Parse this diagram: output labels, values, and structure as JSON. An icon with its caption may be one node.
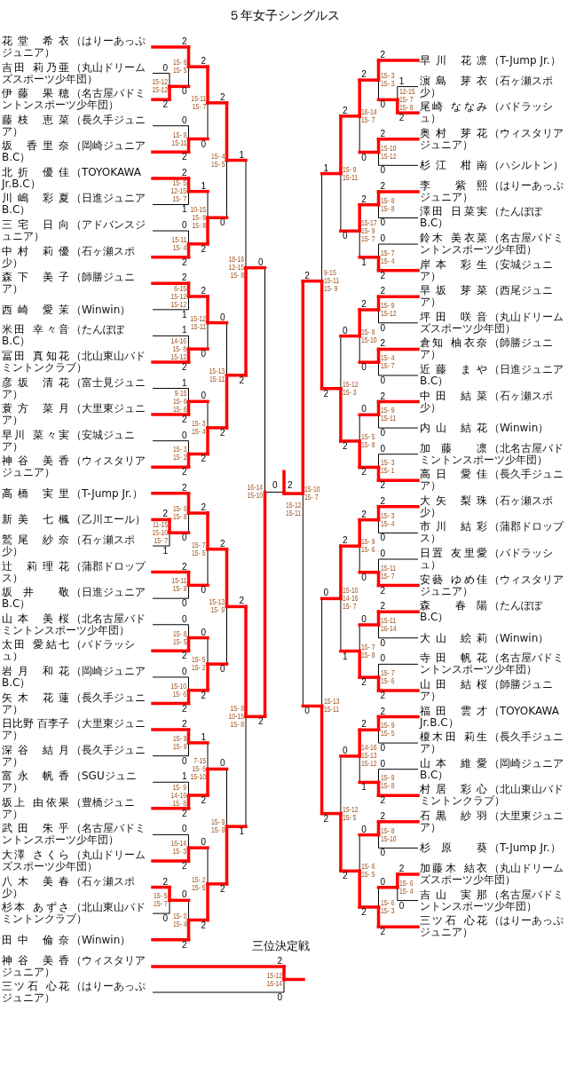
{
  "diagram": {
    "title": "５年女子シングルス",
    "nodes": [
      {
        "text": [
          "花堂 希衣"
        ],
        "beside": [
          "（はりーあっぷジュニア）"
        ]
      },
      {
        "text": [
          "吉田 莉乃亜"
        ],
        "beside": [
          "（丸山ドリームズスポーツ少年団）"
        ]
      },
      {
        "text": [
          "伊藤 果穂"
        ],
        "beside": [
          "（名古屋バドミントンスポーツ少年団）"
        ]
      },
      {
        "text": [
          "藤枝 恵菜"
        ],
        "beside": [
          "（長久手ジュニア）"
        ]
      },
      {
        "text": [
          "坂 香里奈"
        ],
        "beside": [
          "（岡崎ジュニアB.C）"
        ]
      },
      {
        "text": [
          "北折 優佳"
        ],
        "beside": [
          "（TOYOKAWA Jr.B.C）"
        ]
      },
      {
        "text": [
          "川嶋 彩夏"
        ],
        "beside": [
          "（日進ジュニアB.C）"
        ]
      },
      {
        "text": [
          "三宅 日向"
        ],
        "beside": [
          "（アドバンスジュニア）"
        ]
      },
      {
        "text": [
          "中村 莉優"
        ],
        "beside": [
          "（石ヶ瀬スポ少）"
        ]
      },
      {
        "text": [
          "森下 美子"
        ],
        "beside": [
          "（師勝ジュニア）"
        ]
      },
      {
        "text": [
          "西崎 愛茉"
        ],
        "beside": [
          "（Winwin）"
        ]
      },
      {
        "text": [
          "米田 幸々音"
        ],
        "beside": [
          "（たんぽぽB.C）"
        ]
      },
      {
        "text": [
          "冨田 真知花"
        ],
        "beside": [
          "（北山東山バドミントンクラブ）"
        ]
      },
      {
        "text": [
          "彦坂 清花"
        ],
        "beside": [
          "（富士見ジュニア）"
        ]
      },
      {
        "text": [
          "蓑方 菜月"
        ],
        "beside": [
          "（大里東ジュニア）"
        ]
      },
      {
        "text": [
          "早川 菜々実"
        ],
        "beside": [
          "（安城ジュニア）"
        ]
      },
      {
        "text": [
          "神谷 美香"
        ],
        "beside": [
          "（ウィスタリアジュニア）"
        ]
      },
      {
        "text": [
          "高橋 実里"
        ],
        "beside": [
          "（T-Jump Jr.）"
        ]
      },
      {
        "text": [
          "新美 七楓"
        ],
        "beside": [
          "（乙川エール）"
        ]
      },
      {
        "text": [
          "鷲尾 紗奈"
        ],
        "beside": [
          "（石ヶ瀬スポ少）"
        ]
      },
      {
        "text": [
          "辻 莉理花"
        ],
        "beside": [
          "（蒲郡ドロップス）"
        ]
      },
      {
        "text": [
          "坂井 敬"
        ],
        "beside": [
          "（日進ジュニアB.C）"
        ]
      },
      {
        "text": [
          "山本 美桜"
        ],
        "beside": [
          "（北名古屋バドミントンスポーツ少年団）"
        ]
      },
      {
        "text": [
          "太田 愛結七"
        ],
        "beside": [
          "（バドラッシュ）"
        ]
      },
      {
        "text": [
          "岩月 和花"
        ],
        "beside": [
          "（岡崎ジュニアB.C）"
        ]
      },
      {
        "text": [
          "矢木 花蓮"
        ],
        "beside": [
          "（長久手ジュニア）"
        ]
      },
      {
        "text": [
          "日比野 百李子"
        ],
        "beside": [
          "（大里東ジュニア）"
        ]
      },
      {
        "text": [
          "深谷 結月"
        ],
        "beside": [
          "（長久手ジュニア）"
        ]
      },
      {
        "text": [
          "富永 帆香"
        ],
        "beside": [
          "（SGUジュニア）"
        ]
      },
      {
        "text": [
          "坂上 由依果"
        ],
        "beside": [
          "（豊橋ジュニア）"
        ]
      },
      {
        "text": [
          "武田 朱乎"
        ],
        "beside": [
          "（名古屋バドミントンスポーツ少年団）"
        ]
      },
      {
        "text": [
          "大澤 さくら"
        ],
        "beside": [
          "（丸山ドリームズスポーツ少年団）"
        ]
      },
      {
        "text": [
          "八木 美春"
        ],
        "beside": [
          "（石ヶ瀬スポ少）"
        ]
      },
      {
        "text": [
          "杉本 あずさ"
        ],
        "beside": [
          "（北山東山バドミントンクラブ）"
        ]
      },
      {
        "text": [
          "田中 倫奈"
        ],
        "beside": [
          "（Winwin）"
        ]
      },
      {
        "text": [
          "早川 花凛"
        ],
        "beside": [
          "（T-Jump Jr.）"
        ]
      },
      {
        "text": [
          "濵島 芽衣"
        ],
        "beside": [
          "（石ヶ瀬スポ少）"
        ]
      },
      {
        "text": [
          "尾崎 ななみ"
        ],
        "beside": [
          "（バドラッシュ）"
        ]
      },
      {
        "text": [
          "奥村 芽花"
        ],
        "beside": [
          "（ウィスタリアジュニア）"
        ]
      },
      {
        "text": [
          "杉江 柑南"
        ],
        "beside": [
          "（ハシルトン）"
        ]
      },
      {
        "text": [
          "李 紫熙"
        ],
        "beside": [
          "（はりーあっぷジュニア）"
        ]
      },
      {
        "text": [
          "澤田 日菜実"
        ],
        "beside": [
          "（たんぽぽB.C）"
        ]
      },
      {
        "text": [
          "鈴木 美衣菜"
        ],
        "beside": [
          "（名古屋バドミントンスポーツ少年団）"
        ]
      },
      {
        "text": [
          "岸本 彩生"
        ],
        "beside": [
          "（安城ジュニア）"
        ]
      },
      {
        "text": [
          "早坂 芽菜"
        ],
        "beside": [
          "（西尾ジュニア）"
        ]
      },
      {
        "text": [
          "坪田 咲音"
        ],
        "beside": [
          "（丸山ドリームズスポーツ少年団）"
        ]
      },
      {
        "text": [
          "倉知 柚衣奈"
        ],
        "beside": [
          "（師勝ジュニア）"
        ]
      },
      {
        "text": [
          "近藤 まや"
        ],
        "beside": [
          "（日進ジュニアB.C）"
        ]
      },
      {
        "text": [
          "中田 結菜"
        ],
        "beside": [
          "（石ヶ瀬スポ少）"
        ]
      },
      {
        "text": [
          "内山 結花"
        ],
        "beside": [
          "（Winwin）"
        ]
      },
      {
        "text": [
          "加藤 凛"
        ],
        "beside": [
          "（北名古屋バドミントンスポーツ少年団）"
        ]
      },
      {
        "text": [
          "高日 愛佳"
        ],
        "beside": [
          "（長久手ジュニア）"
        ]
      },
      {
        "text": [
          "大矢 梨珠"
        ],
        "beside": [
          "（石ヶ瀬スポ少）"
        ]
      },
      {
        "text": [
          "市川 結彩"
        ],
        "beside": [
          "（蒲郡ドロップス）"
        ]
      },
      {
        "text": [
          "日置 友里愛"
        ],
        "beside": [
          "（バドラッシュ）"
        ]
      },
      {
        "text": [
          "安藝 ゆめ佳"
        ],
        "beside": [
          "（ウィスタリアジュニア）"
        ]
      },
      {
        "text": [
          "森 春陽"
        ],
        "beside": [
          "（たんぽぽB.C）"
        ]
      },
      {
        "text": [
          "大山 絵莉"
        ],
        "beside": [
          "（Winwin）"
        ]
      },
      {
        "text": [
          "寺田 帆花"
        ],
        "beside": [
          "（名古屋バドミントンスポーツ少年団）"
        ]
      },
      {
        "text": [
          "山田 結桜"
        ],
        "beside": [
          "（師勝ジュニア）"
        ]
      },
      {
        "text": [
          "福田 雲才"
        ],
        "beside": [
          "（TOYOKAWA Jr.B.C）"
        ]
      },
      {
        "text": [
          "榎木田 莉生"
        ],
        "beside": [
          "（長久手ジュニア）"
        ]
      },
      {
        "text": [
          "山本 維愛"
        ],
        "beside": [
          "（岡崎ジュニアB.C）"
        ]
      },
      {
        "text": [
          "村居 彩心"
        ],
        "beside": [
          "（北山東山バドミントンクラブ）"
        ]
      },
      {
        "text": [
          "石黒 紗羽"
        ],
        "beside": [
          "（大里東ジュニア）"
        ]
      },
      {
        "text": [
          "杉原 葵"
        ],
        "beside": [
          "（T-Jump Jr.）"
        ]
      },
      {
        "text": [
          "加藤木 結衣"
        ],
        "beside": [
          "（丸山ドリームズスポーツ少年団）"
        ]
      },
      {
        "text": [
          "吉山 実那"
        ],
        "beside": [
          "（名古屋バドミントンスポーツ少年団）"
        ]
      },
      {
        "text": [
          "三ツ石 心花"
        ],
        "beside": [
          "（はりーあっぷジュニア）"
        ]
      },
      {
        "text": [
          "神谷 美香"
        ],
        "beside": [
          "（ウィスタリアジュニア）"
        ]
      },
      {
        "text": [
          "三ツ石 心花"
        ],
        "beside": [
          "（はりーあっぷジュニア）"
        ]
      }
    ],
    "labels": [
      "0",
      "2",
      "15-12 15-12",
      "2",
      "0",
      "15- 6 15- 5",
      "0",
      "2",
      "15- 9 15-11",
      "2",
      "0",
      "15-11 15- 7",
      "2",
      "1",
      "15- 5 12-15 15- 7",
      "0",
      "2",
      "15-11 15- 4",
      "1",
      "2",
      "10-15 15- 8 15- 8",
      "2",
      "0",
      "15- 4 15- 5",
      "2",
      "1",
      "6-15 15-12 15-12",
      "1",
      "2",
      "14-16 15- 8 15-12",
      "2",
      "0",
      "15-12 15-11",
      "1",
      "2",
      "9-15 15- 6 15- 6",
      "0",
      "2",
      "15- 3 15- 2",
      "0",
      "2",
      "15- 3 15- 4",
      "0",
      "2",
      "15-13 15-11",
      "1",
      "2",
      "18-16 12-15 15- 8",
      "2",
      "1",
      "11-15 15-10 15- 7",
      "2",
      "0",
      "15- 0 15- 8",
      "2",
      "0",
      "15-11 15- 9",
      "2",
      "0",
      "15- 7 15- 5",
      "0",
      "2",
      "15- 8 15- 5",
      "0",
      "2",
      "15-10 15- 6",
      "0",
      "2",
      "15- 5 15- 2",
      "2",
      "0",
      "15-13 15- 9",
      "2",
      "0",
      "15- 9 15- 9",
      "1",
      "2",
      "15- 9 14-16 15- 8",
      "1",
      "2",
      "7-15 15- 6 15-10",
      "0",
      "2",
      "16-14 15- 3",
      "2",
      "0",
      "15- 5 15- 7",
      "0",
      "2",
      "15- 0 15- 4",
      "0",
      "2",
      "15- 2 15- 5",
      "0",
      "2",
      "15- 9 15- 9",
      "2",
      "1",
      "15- 8 10-15 15- 8",
      "0",
      "2",
      "16-14 15-10",
      "1",
      "2",
      "12-15 15- 7 15- 8",
      "2",
      "0",
      "15- 3 15- 3",
      "2",
      "0",
      "15-10 15-12",
      "2",
      "0",
      "16-14 15- 7",
      "2",
      "0",
      "15- 8 15- 8",
      "0",
      "2",
      "15- 7 15- 4",
      "2",
      "1",
      "15-17 15- 9 15- 7",
      "2",
      "0",
      "15- 9 15-11",
      "2",
      "0",
      "15- 9 15-12",
      "2",
      "0",
      "15- 4 15- 7",
      "2",
      "0",
      "15- 8 15-10",
      "2",
      "0",
      "15- 9 15-11",
      "0",
      "2",
      "15- 3 15- 1",
      "0",
      "2",
      "15- 5 15- 8",
      "0",
      "2",
      "15-12 15- 3",
      "1",
      "2",
      "9-15 15-11 15- 9",
      "2",
      "0",
      "15- 3 15- 4",
      "0",
      "2",
      "15-11 15- 7",
      "2",
      "0",
      "15- 9 15- 6",
      "2",
      "0",
      "15-11 16-14",
      "0",
      "2",
      "15- 7 15- 6",
      "0",
      "2",
      "15- 7 15- 8",
      "2",
      "1",
      "15-10 14-16 15- 7",
      "2",
      "0",
      "15- 9 15- 5",
      "0",
      "2",
      "15- 9 15- 8",
      "2",
      "1",
      "14-16 15-13 15-12",
      "2",
      "0",
      "15- 8 15-10",
      "2",
      "0",
      "15- 6 15- 4",
      "0",
      "2",
      "15- 6 15- 3",
      "0",
      "2",
      "15- 6 15- 5",
      "0",
      "2",
      "15-12 15- 5",
      "0",
      "2",
      "15-13 15-11",
      "2",
      "0",
      "15-10 15- 7",
      "0",
      "2",
      "15-12 15-11",
      "三位決定戦",
      "2",
      "0",
      "15-12 16-14"
    ]
  }
}
